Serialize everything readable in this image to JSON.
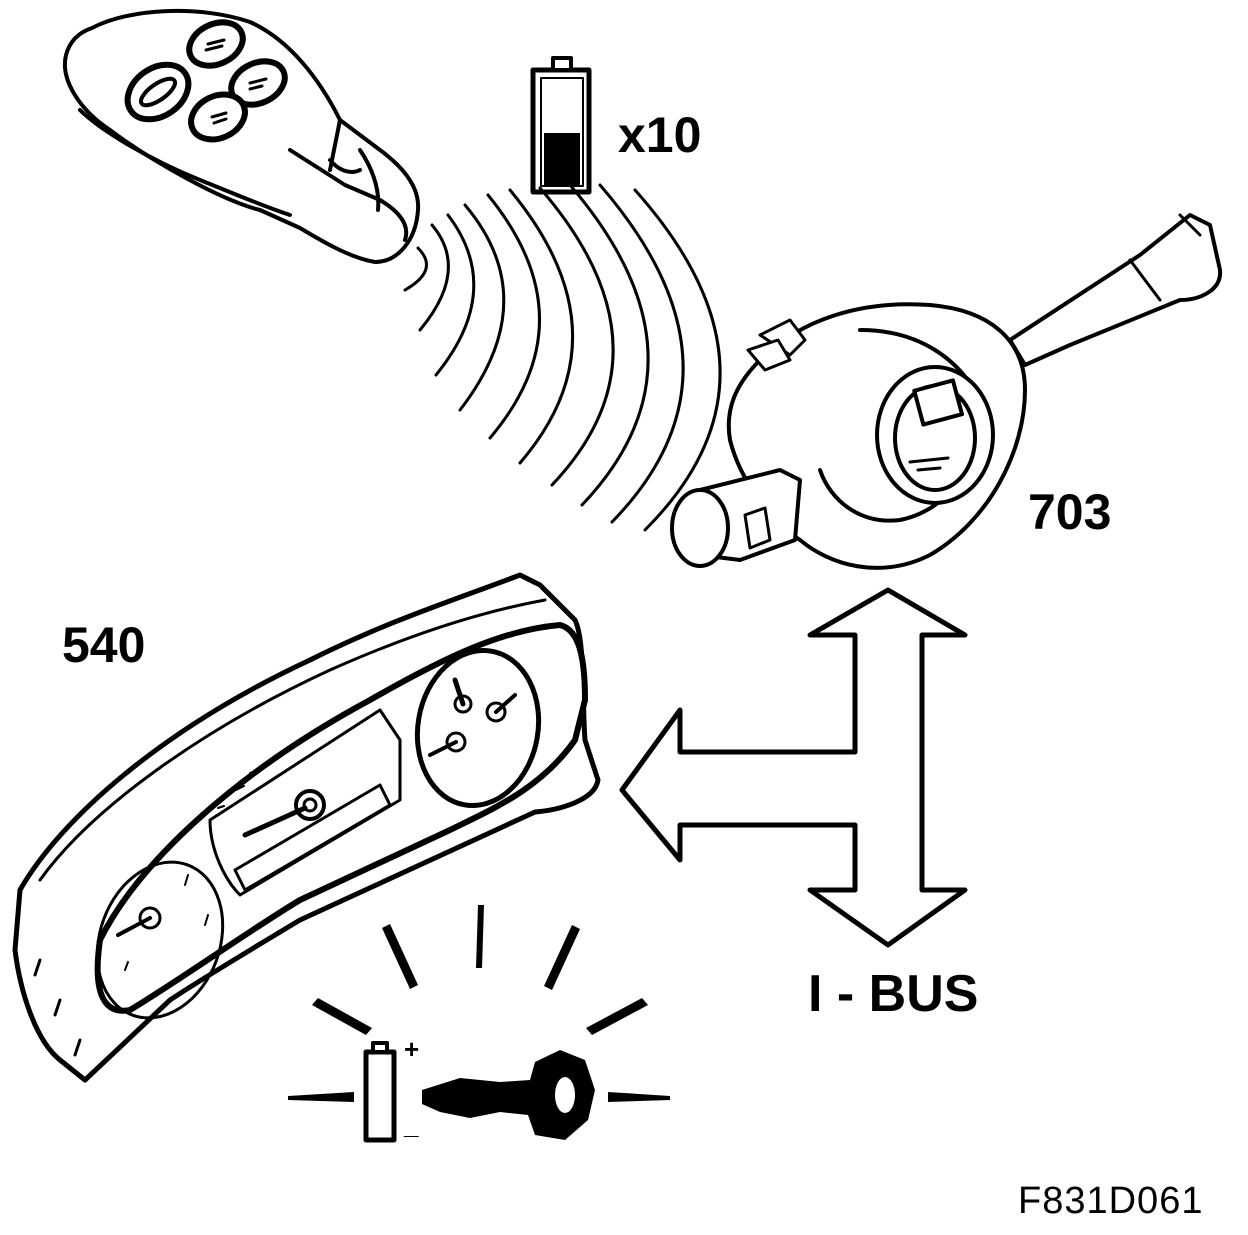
{
  "diagram": {
    "battery_multiplier": "x10",
    "component_ignition_switch": "703",
    "component_instrument_cluster": "540",
    "bus_label": "I - BUS",
    "figure_code": "F831D061",
    "battery_plus": "+",
    "battery_minus": "_",
    "icons": [
      "key-fob-icon",
      "battery-icon",
      "ignition-switch-icon",
      "instrument-cluster-icon",
      "bus-arrow-icon",
      "low-battery-key-warning-icon"
    ],
    "colors": {
      "line": "#000000",
      "background": "#ffffff"
    }
  }
}
